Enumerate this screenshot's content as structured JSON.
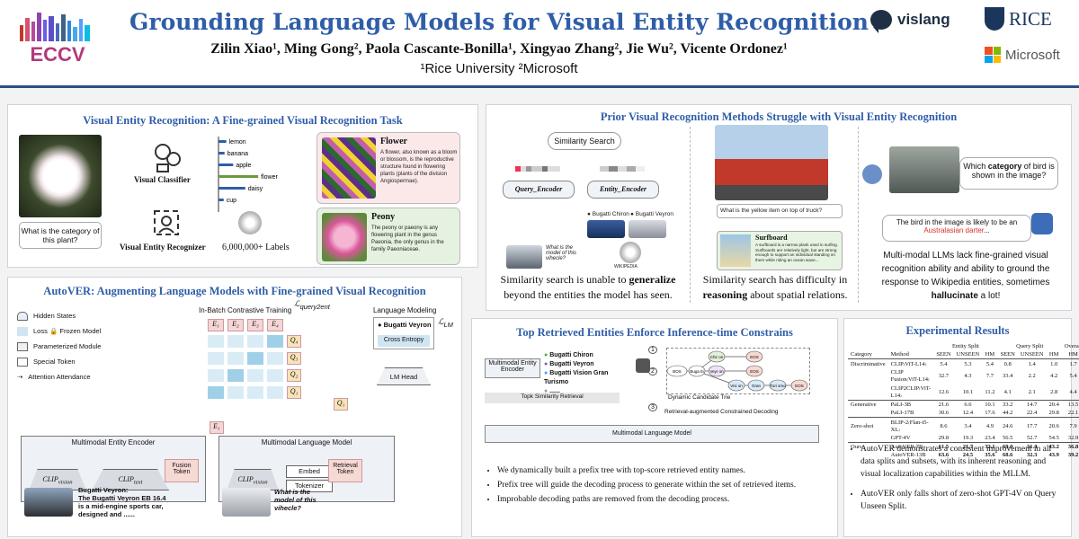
{
  "header": {
    "logo_text": "ECCV",
    "title": "Grounding Language Models for Visual Entity Recognition",
    "authors": "Zilin Xiao¹, Ming Gong², Paola Cascante-Bonilla¹, Xingyao Zhang², Jie Wu², Vicente Ordonez¹",
    "affiliations": "¹Rice University     ²Microsoft",
    "vislang": "vislang",
    "rice": "RICE",
    "microsoft": "Microsoft",
    "colors": {
      "title": "#2f5ea8",
      "rice": "#1b365d",
      "rule": "#2a4f86"
    }
  },
  "ver": {
    "title": "Visual Entity Recognition: A Fine-grained Visual Recognition Task",
    "classifier_label": "Visual Classifier",
    "recognizer_label": "Visual Entity Recognizer",
    "labels_count": "6,000,000+ Labels",
    "question": "What is the category of this plant?",
    "question_bold": "category",
    "bars": [
      {
        "label": "lemon",
        "value": 0.18
      },
      {
        "label": "banana",
        "value": 0.14
      },
      {
        "label": "apple",
        "value": 0.34
      },
      {
        "label": "flower",
        "value": 0.92
      },
      {
        "label": "daisy",
        "value": 0.62
      },
      {
        "label": "cup",
        "value": 0.12
      }
    ],
    "flower_card_title": "Flower",
    "flower_card_text": "A flower, also known as a bloom or blossom, is the reproductive structure found in flowering plants (plants of the division Angiospermae).",
    "peony_card_title": "Peony",
    "peony_card_text": "The peony or paeony is any flowering plant in the genus Paeonia, the only genus in the family Paeoniaceae.",
    "icons": [
      "classifier-icon",
      "recognizer-icon",
      "wikipedia-icon"
    ]
  },
  "prior": {
    "title": "Prior Visual Recognition Methods Struggle with Visual Entity Recognition",
    "similarity_search": "Similarity Search",
    "query_encoder": "Query_Encoder",
    "entity_encoder": "Entity_Encoder",
    "entity_a": "Bugatti Chiron",
    "entity_b": "Bugatti Veyron",
    "query_text": "What is the model of this vihecle?",
    "wiki_label": "WIKIPEDIA",
    "caption1_a": "Similarity search is unable to ",
    "caption1_bold": "generalize",
    "caption1_b": " beyond the entities the model has seen.",
    "truck_question": "What is the yellow item on top of truck?",
    "surfboard_title": "Surfboard",
    "surfboard_text": "A surfboard is a narrow plank used in surfing. Surfboards are relatively light, but are strong enough to support an individual standing on them while riding an ocean wave...",
    "caption2_a": "Similarity search has difficulty in ",
    "caption2_bold": "reasoning",
    "caption2_b": " about spatial relations.",
    "bird_question_a": "Which ",
    "bird_question_bold": "category",
    "bird_question_b": " of bird is shown in the image?",
    "bird_answer_a": "The bird in the image is likely to be an ",
    "bird_answer_red": "Australasian darter",
    "bird_answer_b": "...",
    "caption3_a": "Multi-modal LLMs lack fine-grained visual recognition ability and ability to ground the response to Wikipedia entities, sometimes ",
    "caption3_bold": "hallucinate",
    "caption3_b": " a lot!"
  },
  "autover": {
    "title": "AutoVER: Augmenting Language Models with Fine-grained Visual Recognition",
    "legend": [
      "Hidden States",
      "Loss",
      "Frozen Model",
      "Parameterized Module",
      "Special Token",
      "Attention Attendance"
    ],
    "inbatch": "In-Batch Contrastive Training",
    "lquery": "ℒ",
    "lquery_sub": "query2ent",
    "lm_title": "Language Modeling",
    "llm_sym": "ℒ",
    "llm_sub": "LM",
    "bugatti_veyron": "Bugatti Veyron",
    "cross_entropy": "Cross Entropy",
    "lm_head": "LM Head",
    "entity_encoder": "Multimodal Entity Encoder",
    "language_model": "Multimodal Language Model",
    "clip_vision": "CLIP",
    "clip_vision_sub": "vision",
    "clip_text": "CLIP",
    "clip_text_sub": "text",
    "fusion": "Fusion Token",
    "embed": "Embed",
    "tokenizer": "Tokenizer",
    "retrieval_token": "Retrieval Token",
    "car_caption_title": "Bugatti Veyron:",
    "car_caption": "The Bugatti Veyron EB 16.4 is a mid-engine sports car, designed and ......",
    "car_question": "What is the model of this vihecle?",
    "e_labels": [
      "E₁",
      "E₂",
      "E₃",
      "E₄"
    ],
    "q_labels": [
      "Q₄",
      "Q₃",
      "Q₂",
      "Q₁"
    ],
    "e1": "E₁",
    "q1": "Q₁"
  },
  "topk": {
    "title": "Top Retrieved Entities Enforce Inference-time Constrains",
    "encoder": "Multimodal Entity Encoder",
    "entities": [
      "Bugatti Chiron",
      "Bugatti Veyron",
      "Bugatti Vision Gran Turismo",
      "......"
    ],
    "entity_colors": [
      "#4caf50",
      "#7e57c2",
      "#42a5f5",
      "#9e9e9e"
    ],
    "retrieval": "Topk Similarity Retrieval",
    "trie_label": "Dynamic Candidate Trie",
    "decoding": "Retrieval-augmented Constrained Decoding",
    "mllm": "Multimodal Language Model",
    "nodes": [
      "BOS",
      "Chir on",
      "Buga tti",
      "Veyr on",
      "EOS",
      "EOS",
      "Visi on",
      "Gran",
      "Turi smo",
      "EOS"
    ],
    "steps": [
      "1",
      "2",
      "3"
    ],
    "bullets": [
      "We dynamically built a prefix tree with top-score retrieved entity names.",
      "Prefix tree will guide the decoding process to generate within the set of retrieved items.",
      "Improbable decoding paths are removed from the decoding process."
    ]
  },
  "results": {
    "title": "Experimental Results",
    "group_headers": [
      "Entity Split",
      "Query Split",
      "Overall"
    ],
    "sub_headers": [
      "Category",
      "Method",
      "SEEN",
      "UNSEEN",
      "HM",
      "SEEN",
      "UNSEEN",
      "HM",
      "HM"
    ],
    "rows": [
      {
        "cat": "Discriminative",
        "method": "CLIP₍ViT-L14₎",
        "v": [
          "5.4",
          "5.3",
          "5.4",
          "0.8",
          "1.4",
          "1.0",
          "1.7"
        ]
      },
      {
        "cat": "",
        "method": "CLIP Fusion₍ViT-L14₎",
        "v": [
          "32.7",
          "4.3",
          "7.7",
          "33.4",
          "2.2",
          "4.2",
          "5.4"
        ]
      },
      {
        "cat": "",
        "method": "CLIP2CLIP₍ViT-L14₎",
        "v": [
          "12.6",
          "10.1",
          "11.2",
          "4.1",
          "2.1",
          "2.8",
          "4.4"
        ]
      },
      {
        "cat": "Generative",
        "method": "PaLI-3B",
        "v": [
          "21.6",
          "6.6",
          "10.1",
          "33.2",
          "14.7",
          "20.4",
          "13.5"
        ]
      },
      {
        "cat": "",
        "method": "PaLI-17B",
        "v": [
          "30.6",
          "12.4",
          "17.6",
          "44.2",
          "22.4",
          "29.8",
          "22.1"
        ]
      },
      {
        "cat": "Zero-shot",
        "method": "BLIP-2₍Flan-t5-XL₎",
        "v": [
          "8.6",
          "3.4",
          "4.9",
          "24.6",
          "17.7",
          "20.6",
          "7.9"
        ]
      },
      {
        "cat": "",
        "method": "GPT-4V",
        "v": [
          "29.8",
          "19.3",
          "23.4",
          "56.5",
          "52.7",
          "54.5",
          "32.9"
        ]
      },
      {
        "cat": "Ours",
        "method": "AutoVER-7B",
        "v": [
          "61.5",
          "21.7",
          "32.1",
          "69.0",
          "31.4",
          "43.2",
          "36.8"
        ]
      },
      {
        "cat": "",
        "method": "AutoVER-13B",
        "v": [
          "63.6",
          "24.5",
          "35.6",
          "68.6",
          "32.3",
          "43.9",
          "39.2"
        ]
      }
    ],
    "bullets": [
      "AutoVER demonstrates a consistent improvement in all data splits and subsets, with its inherent reasoning and visual localization capabilities within the MLLM.",
      "AutoVER only falls short of zero-shot GPT-4V on Query Unseen Split."
    ]
  }
}
